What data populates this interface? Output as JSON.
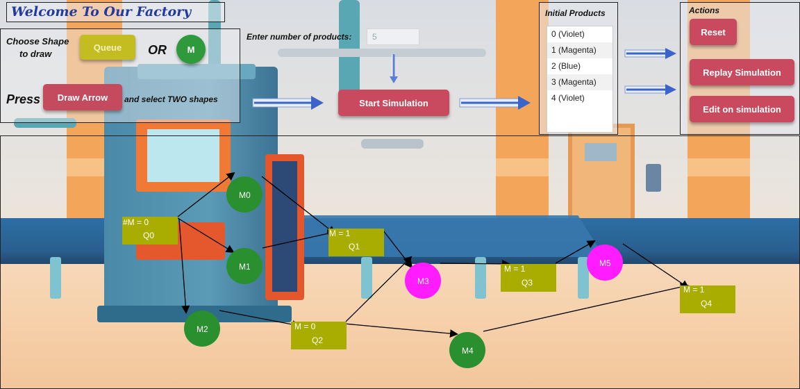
{
  "title": "Welcome  To Our Factory",
  "shape_panel": {
    "choose_label_1": "Choose Shape",
    "choose_label_2": "to draw",
    "queue_button": "Queue",
    "or_label": "OR",
    "machine_button": "M",
    "press_label": "Press",
    "draw_arrow_button": "Draw Arrow",
    "select_hint": "and select TWO shapes"
  },
  "products_input": {
    "label": "Enter number of products:",
    "value": "5"
  },
  "start_button": "Start Simulation",
  "initial_products": {
    "title": "Initial Products",
    "items": [
      "0 (Violet)",
      "1 (Magenta)",
      "2 (Blue)",
      "3 (Magenta)",
      "4 (Violet)"
    ]
  },
  "actions": {
    "title": "Actions",
    "reset": "Reset",
    "replay": "Replay Simulation",
    "edit": "Edit on simulation"
  },
  "colors": {
    "machine_idle": "#2a8f2e",
    "machine_active": "#ff1cff",
    "queue": "#a9ad00",
    "button": "#c94a5e",
    "title": "#233a9c"
  },
  "diagram": {
    "queues": [
      {
        "id": "Q0",
        "count": "#M = 0"
      },
      {
        "id": "Q1",
        "count": "M = 1"
      },
      {
        "id": "Q2",
        "count": "M = 0"
      },
      {
        "id": "Q3",
        "count": "M = 1"
      },
      {
        "id": "Q4",
        "count": "M = 1"
      }
    ],
    "machines": [
      {
        "id": "M0",
        "state": "idle"
      },
      {
        "id": "M1",
        "state": "idle"
      },
      {
        "id": "M2",
        "state": "idle"
      },
      {
        "id": "M3",
        "state": "active"
      },
      {
        "id": "M4",
        "state": "idle"
      },
      {
        "id": "M5",
        "state": "active"
      }
    ]
  }
}
